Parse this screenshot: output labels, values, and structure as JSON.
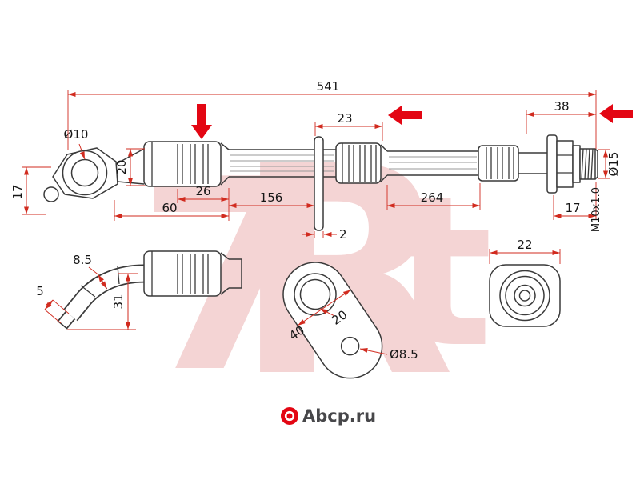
{
  "watermark": {
    "char1": "7",
    "char2": "R",
    "char3": "t"
  },
  "footer_logo": {
    "brand": "Abcp.ru"
  },
  "dimensions": {
    "total_length": "541",
    "right_offset": "38",
    "bracket_offset": "23",
    "banjo_bore": "Ø10",
    "banjo_width": "17",
    "hose_od": "20",
    "crimp_length": "26",
    "banjo_end_length": "60",
    "mid_length": "156",
    "bracket_thickness": "2",
    "right_length": "264",
    "end_length": "17",
    "end_od": "Ø15",
    "thread_spec": "M10x1.0",
    "elbow_od": "8.5",
    "elbow_tip": "5",
    "elbow_drop": "31",
    "plate_width": "40",
    "plate_hole": "20",
    "plate_small_hole": "Ø8.5",
    "hex_flats": "22"
  },
  "colors": {
    "drawing_line": "#3a3a3a",
    "dimension_red": "#d12b1f",
    "pointer_arrow_red": "#e30613",
    "watermark_pink": "#f4d4d4",
    "brand_red": "#e30613",
    "brand_text": "#47474a"
  }
}
